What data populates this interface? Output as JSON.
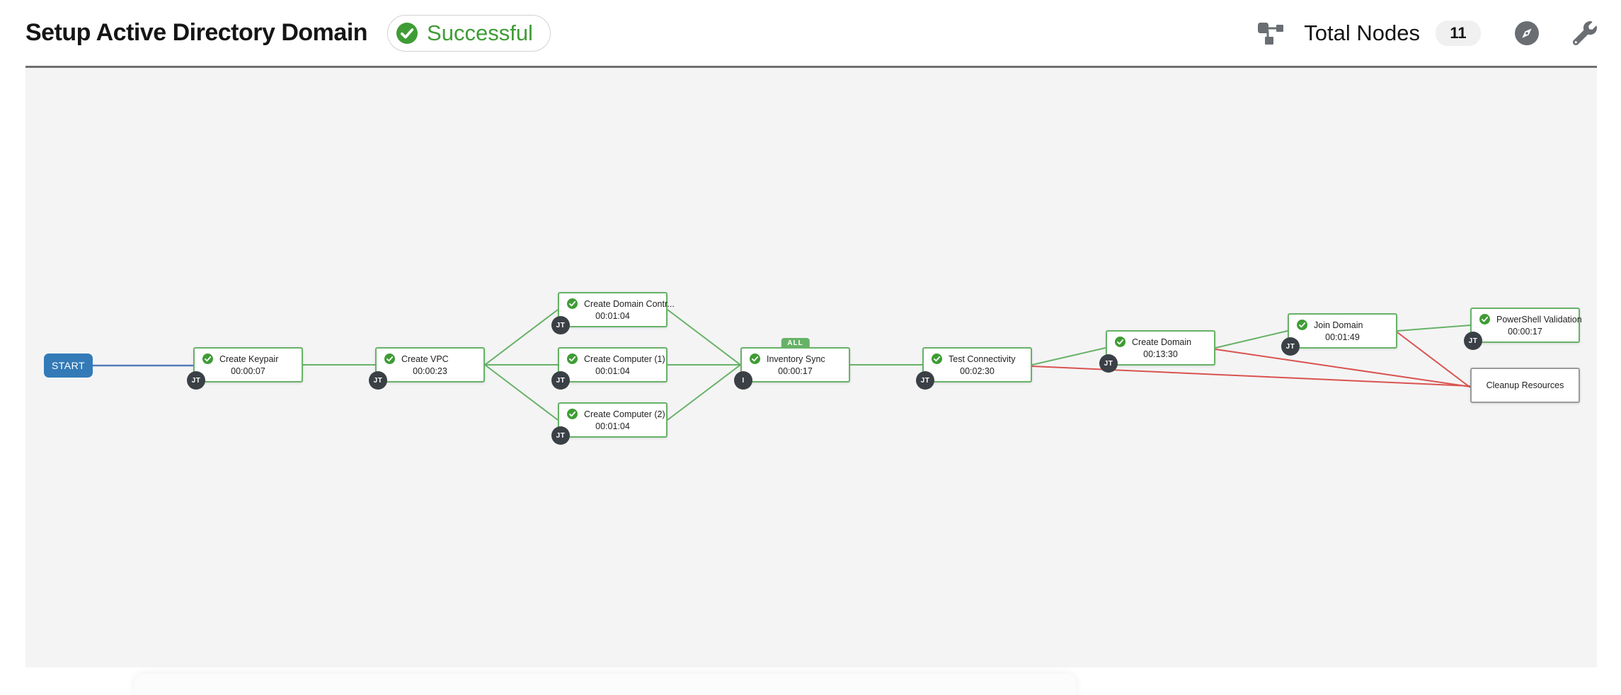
{
  "header": {
    "title": "Setup Active Directory Domain",
    "status": "Successful",
    "total_nodes_label": "Total Nodes",
    "total_nodes_count": "11",
    "icons": {
      "topology": "sitemap-icon",
      "status": "check-circle-icon",
      "legend": "compass-icon",
      "tools": "wrench-icon"
    }
  },
  "colors": {
    "success_green": "#3f9c35",
    "link_green": "#67b267",
    "link_red": "#d9534f",
    "link_blue": "#537bb8",
    "start_blue": "#337ab7",
    "badge_dark": "#3a4045",
    "pending_gray": "#9a9a9a"
  },
  "graph": {
    "start_label": "START",
    "nodes": [
      {
        "name": "Create Keypair",
        "elapsed": "00:00:07",
        "badge": "JT",
        "status": "successful"
      },
      {
        "name": "Create VPC",
        "elapsed": "00:00:23",
        "badge": "JT",
        "status": "successful"
      },
      {
        "name": "Create Domain Contr...",
        "elapsed": "00:01:04",
        "badge": "JT",
        "status": "successful"
      },
      {
        "name": "Create Computer (1)",
        "elapsed": "00:01:04",
        "badge": "JT",
        "status": "successful"
      },
      {
        "name": "Create Computer (2)",
        "elapsed": "00:01:04",
        "badge": "JT",
        "status": "successful"
      },
      {
        "name": "Inventory Sync",
        "elapsed": "00:00:17",
        "badge": "I",
        "status": "successful",
        "convergence": "ALL"
      },
      {
        "name": "Test Connectivity",
        "elapsed": "00:02:30",
        "badge": "JT",
        "status": "successful"
      },
      {
        "name": "Create Domain",
        "elapsed": "00:13:30",
        "badge": "JT",
        "status": "successful"
      },
      {
        "name": "Join Domain",
        "elapsed": "00:01:49",
        "badge": "JT",
        "status": "successful"
      },
      {
        "name": "PowerShell Validation",
        "elapsed": "00:00:17",
        "badge": "JT",
        "status": "successful"
      },
      {
        "name": "Cleanup Resources",
        "elapsed": "",
        "badge": "",
        "status": "not-run"
      }
    ],
    "edges": [
      {
        "from": "START",
        "to": "Create Keypair",
        "status": "always"
      },
      {
        "from": "Create Keypair",
        "to": "Create VPC",
        "status": "success"
      },
      {
        "from": "Create VPC",
        "to": "Create Domain Contr...",
        "status": "success"
      },
      {
        "from": "Create VPC",
        "to": "Create Computer (1)",
        "status": "success"
      },
      {
        "from": "Create VPC",
        "to": "Create Computer (2)",
        "status": "success"
      },
      {
        "from": "Create Domain Contr...",
        "to": "Inventory Sync",
        "status": "success"
      },
      {
        "from": "Create Computer (1)",
        "to": "Inventory Sync",
        "status": "success"
      },
      {
        "from": "Create Computer (2)",
        "to": "Inventory Sync",
        "status": "success"
      },
      {
        "from": "Inventory Sync",
        "to": "Test Connectivity",
        "status": "success"
      },
      {
        "from": "Test Connectivity",
        "to": "Create Domain",
        "status": "success"
      },
      {
        "from": "Test Connectivity",
        "to": "Cleanup Resources",
        "status": "failure"
      },
      {
        "from": "Create Domain",
        "to": "Join Domain",
        "status": "success"
      },
      {
        "from": "Create Domain",
        "to": "Cleanup Resources",
        "status": "failure"
      },
      {
        "from": "Join Domain",
        "to": "PowerShell Validation",
        "status": "success"
      },
      {
        "from": "Join Domain",
        "to": "Cleanup Resources",
        "status": "failure"
      }
    ]
  }
}
